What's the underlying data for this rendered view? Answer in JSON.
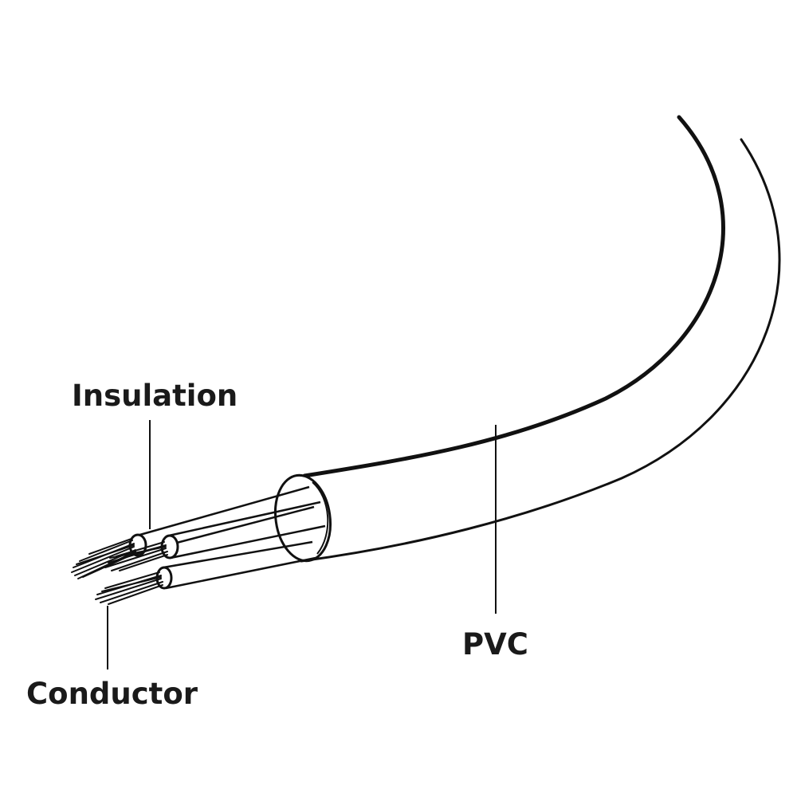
{
  "labels": {
    "insulation": "Insulation",
    "pvc": "PVC",
    "conductor": "Conductor"
  },
  "colors": {
    "line": "#111111",
    "background": "#ffffff",
    "text": "#1a1a1a"
  }
}
